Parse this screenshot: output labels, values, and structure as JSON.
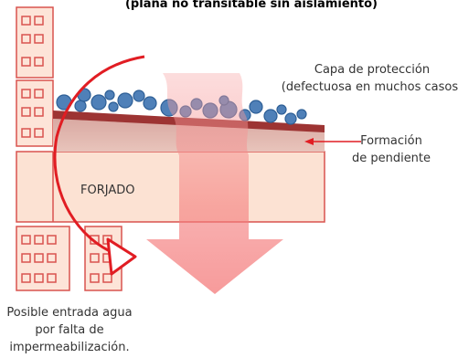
{
  "diagram": {
    "title": "(plana no transitable sin aislamiento)",
    "labels": {
      "protection_line1": "Capa de protección",
      "protection_line2": "(defectuosa en muchos casos)",
      "slope_line1": "Formación",
      "slope_line2": "de pendiente",
      "slab": "FORJADO",
      "water_line1": "Posible entrada agua",
      "water_line2": "por falta de",
      "water_line3": "impermeabilización."
    },
    "colors": {
      "wall_fill": "#fde4d8",
      "wall_stroke": "#d9534f",
      "window_stroke": "#d9534f",
      "slab_fill": "#fce2d3",
      "slope_fill": "#9d3433",
      "gravel_fill": "#4f80b8",
      "arrow_red": "#e11d23",
      "big_arrow": "#f47c7c"
    }
  }
}
